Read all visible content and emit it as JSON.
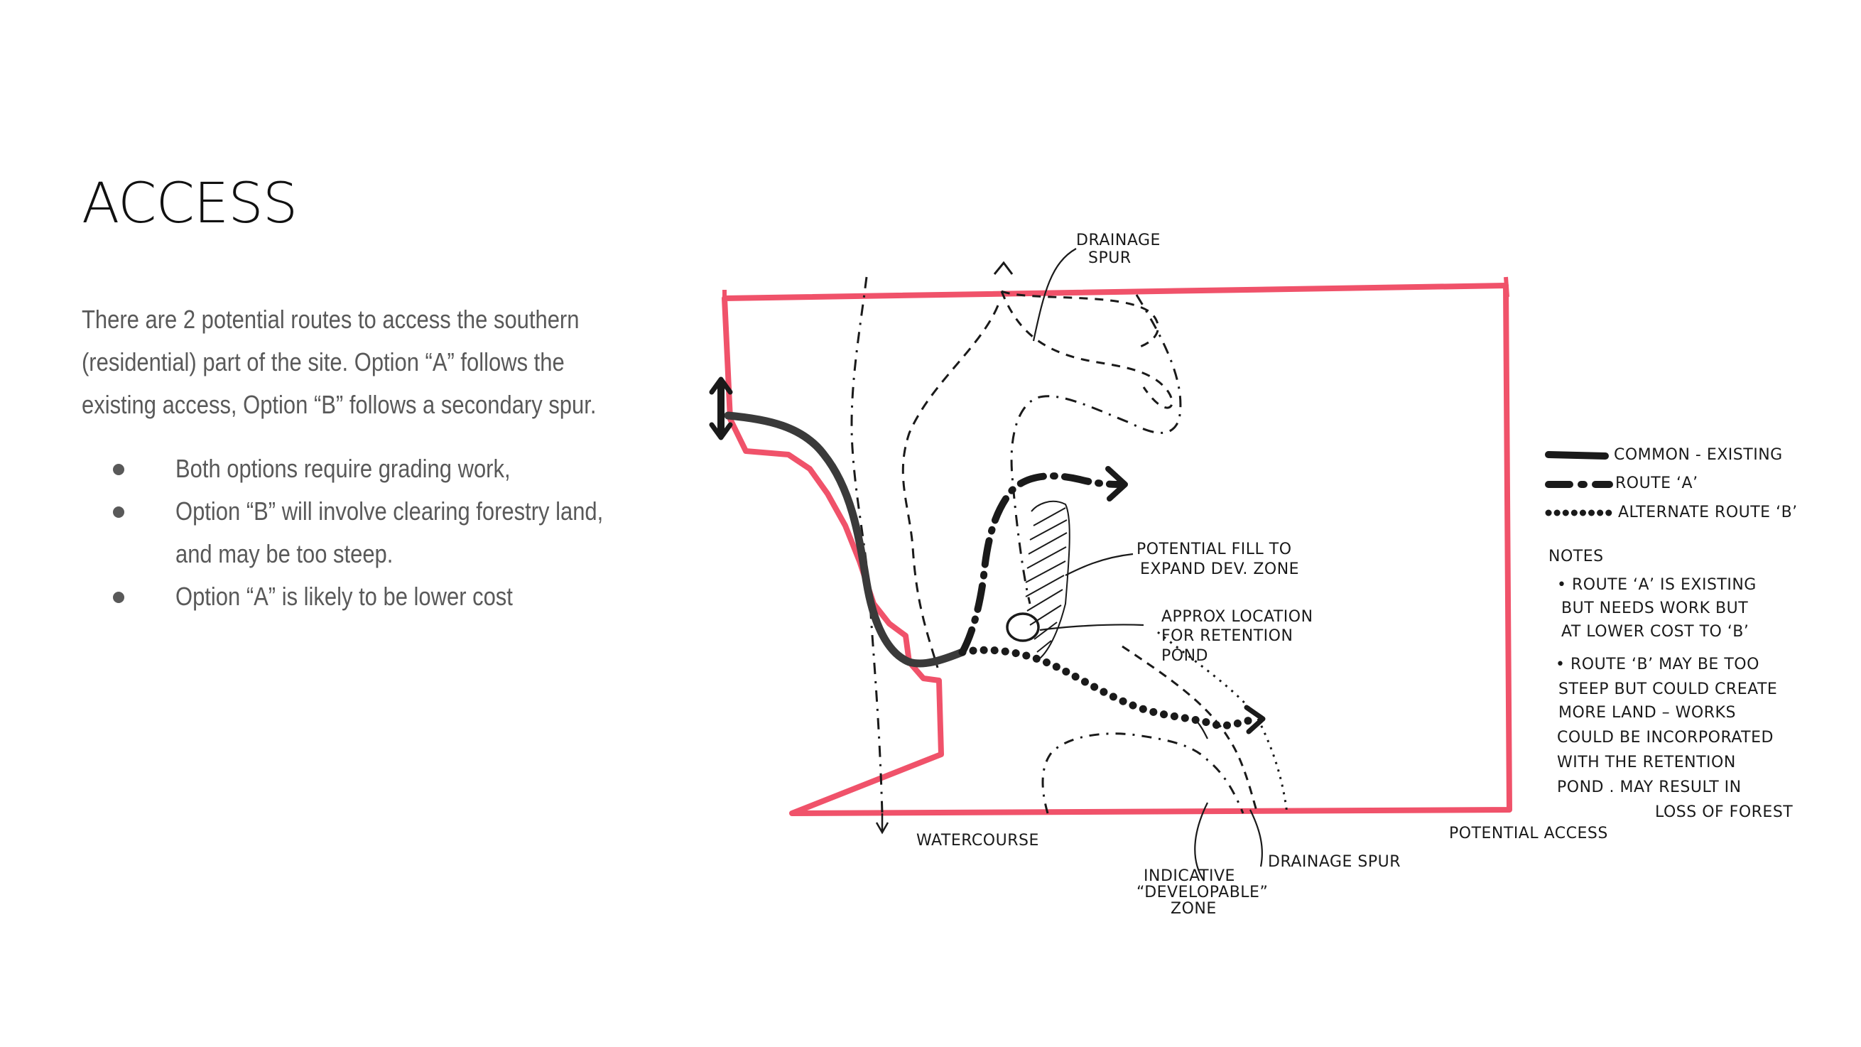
{
  "slide": {
    "title": "ACCESS",
    "intro_lines": [
      "There are 2 potential routes to access the southern",
      "(residential) part of the site. Option “A” follows the",
      "existing access, Option “B” follows a secondary spur."
    ],
    "bullets": [
      "Both options require grading work,",
      "Option “B” will involve clearing forestry land,",
      "and may be too steep.",
      "Option “A” is likely to be lower cost"
    ]
  },
  "sketch": {
    "labels": {
      "drainage_spur_top_1": "DRAINAGE",
      "drainage_spur_top_2": "SPUR",
      "fill_1": "POTENTIAL FILL TO",
      "fill_2": "EXPAND DEV. ZONE",
      "pond_1": "APPROX LOCATION",
      "pond_2": "FOR RETENTION",
      "pond_3": "POND",
      "watercourse": "WATERCOURSE",
      "indicative_1": "INDICATIVE",
      "indicative_2": "“DEVELOPABLE”",
      "indicative_3": "ZONE",
      "drainage_spur_bottom": "DRAINAGE SPUR",
      "potential_access": "POTENTIAL ACCESS"
    },
    "legend": {
      "common_existing": "COMMON - EXISTING",
      "route_a": "ROUTE ‘A’",
      "route_b": "ALTERNATE ROUTE ‘B’"
    },
    "notes": {
      "heading": "NOTES",
      "lines": [
        "• ROUTE ‘A’ IS EXISTING",
        "BUT NEEDS WORK BUT",
        "AT LOWER COST TO ‘B’",
        "• ROUTE ‘B’ MAY BE TOO",
        "STEEP BUT COULD CREATE",
        "MORE LAND – WORKS",
        "COULD BE INCORPORATED",
        "WITH THE RETENTION",
        "POND . MAY RESULT IN",
        "LOSS OF FOREST"
      ]
    },
    "colors": {
      "boundary": "#f0526a",
      "ink": "#1a1a1a",
      "body_text": "#595959"
    }
  }
}
